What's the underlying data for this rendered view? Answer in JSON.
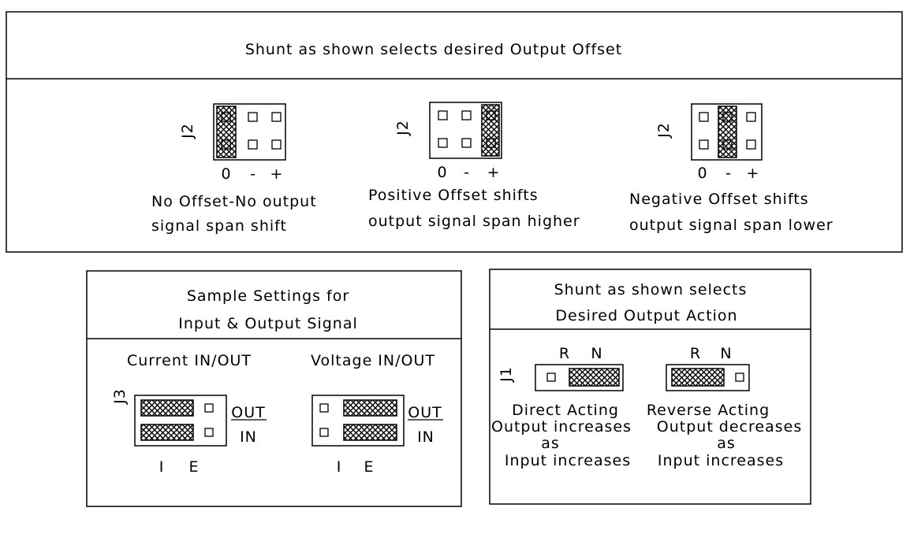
{
  "offset_panel": {
    "title": "Shunt as shown selects desired Output Offset",
    "jumper_label": "J2",
    "pin_labels": [
      "0",
      "-",
      "+"
    ],
    "settings": [
      {
        "shunt_position": "0",
        "line1": "No Offset-No output",
        "line2": "signal span shift"
      },
      {
        "shunt_position": "+",
        "line1": "Positive Offset shifts",
        "line2": "output signal span higher"
      },
      {
        "shunt_position": "-",
        "line1": "Negative Offset shifts",
        "line2": "output signal span lower"
      }
    ]
  },
  "signal_panel": {
    "title_line1": "Sample Settings for",
    "title_line2": "Input & Output Signal",
    "jumper_label": "J3",
    "current_label": "Current IN/OUT",
    "voltage_label": "Voltage IN/OUT",
    "out_label": "OUT",
    "in_label": "IN",
    "pin_labels": [
      "I",
      "E"
    ]
  },
  "action_panel": {
    "title_line1": "Shunt as shown selects",
    "title_line2": "Desired Output Action",
    "jumper_label": "J1",
    "pin_labels": [
      "R",
      "N"
    ],
    "direct": {
      "line1": "Direct Acting",
      "line2": "Output increases",
      "line3": "as",
      "line4": "Input increases"
    },
    "reverse": {
      "line1": "Reverse Acting",
      "line2": "Output decreases",
      "line3": "as",
      "line4": "Input increases"
    }
  }
}
